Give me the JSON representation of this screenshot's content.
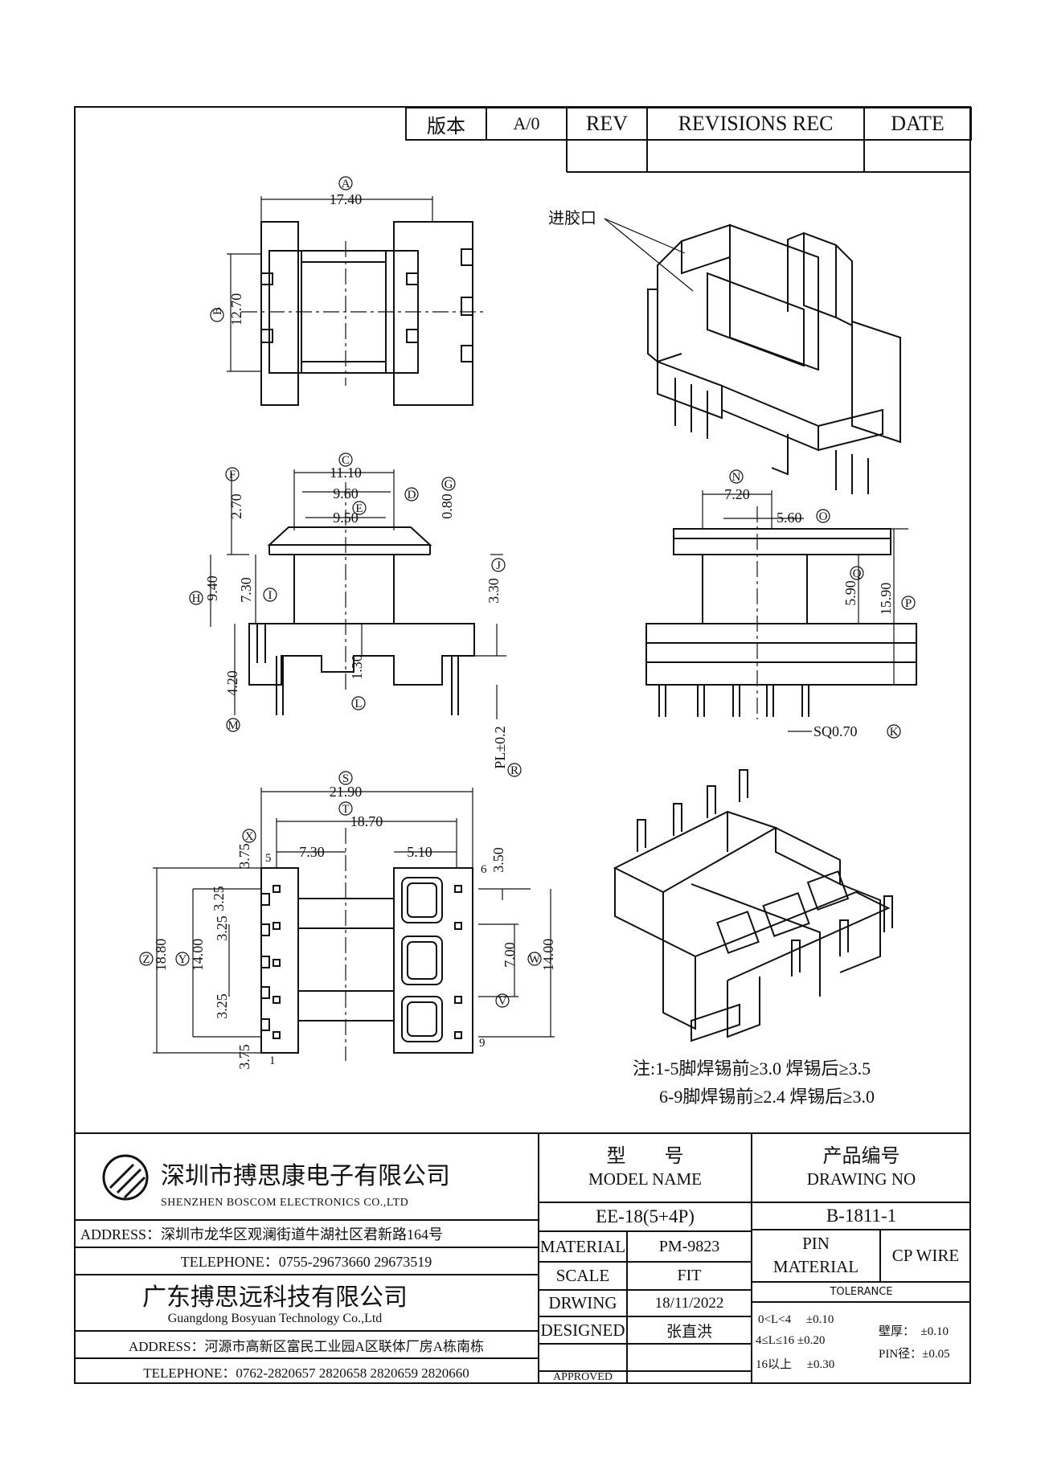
{
  "revision_table": {
    "version_label": "版本",
    "version_value": "A/0",
    "rev_label": "REV",
    "revisions_label": "REVISIONS REC",
    "date_label": "DATE"
  },
  "views": {
    "top": {
      "label_a": "A",
      "width": "17.40",
      "label_b": "B",
      "height": "12.70"
    },
    "iso_top": {
      "gate_label": "进胶口"
    },
    "front": {
      "label_c": "C",
      "w1": "11.10",
      "label_d": "D",
      "w2": "9.60",
      "label_e": "E",
      "w3": "9.50",
      "label_f": "F",
      "h_f": "2.70",
      "label_g": "G",
      "h_g": "0.80",
      "label_h": "H",
      "h_h": "9.40",
      "label_i": "I",
      "h_i": "7.30",
      "label_j": "J",
      "h_j": "3.30",
      "label_l": "L",
      "h_l": "1.30",
      "label_m": "M",
      "h_m": "4.20",
      "label_r": "R",
      "pl": "PL±0.2"
    },
    "side": {
      "label_n": "N",
      "w_n": "7.20",
      "label_o": "O",
      "w_o": "5.60",
      "label_q": "Q",
      "h_q": "5.90",
      "label_p": "P",
      "h_p": "15.90",
      "label_k": "K",
      "sq": "SQ0.70"
    },
    "bottom": {
      "label_s": "S",
      "w_s": "21.90",
      "label_t": "T",
      "w_t": "18.70",
      "w_left": "7.30",
      "w_right": "5.10",
      "label_x": "X",
      "h_x_top": "3.75",
      "h_x_bot": "3.75",
      "label_y": "Y",
      "h_y": "14.00",
      "label_z": "Z",
      "h_z": "18.80",
      "h_325a": "3.25",
      "h_325b": "3.25",
      "h_325c": "3.25",
      "h_350": "3.50",
      "label_v": "V",
      "h_v": "7.00",
      "label_w": "W",
      "h_w": "14.00",
      "pin_5": "5",
      "pin_1": "1",
      "pin_6": "6",
      "pin_9": "9"
    }
  },
  "notes": {
    "line1": "注:1-5脚焊锡前≥3.0 焊锡后≥3.5",
    "line2": "6-9脚焊锡前≥2.4 焊锡后≥3.0"
  },
  "title_block": {
    "company1_cn": "深圳市搏思康电子有限公司",
    "company1_en": "SHENZHEN BOSCOM ELECTRONICS CO.,LTD",
    "address1": "ADDRESS：深圳市龙华区观澜街道牛湖社区君新路164号",
    "telephone1": "TELEPHONE：0755-29673660 29673519",
    "company2_cn": "广东搏思远科技有限公司",
    "company2_en": "Guangdong Bosyuan Technology Co.,Ltd",
    "address2": "ADDRESS：河源市高新区富民工业园A区联体厂房A栋南栋",
    "telephone2": "TELEPHONE：0762-2820657 2820658 2820659 2820660",
    "model_name_cn": "型　　号",
    "model_name_en": "MODEL NAME",
    "drawing_no_cn": "产品编号",
    "drawing_no_en": "DRAWING NO",
    "model_value": "EE-18(5+4P)",
    "drawing_value": "B-1811-1",
    "material_label": "MATERIAL",
    "material_value": "PM-9823",
    "pin_material_label_1": "PIN",
    "pin_material_label_2": "MATERIAL",
    "pin_material_value": "CP WIRE",
    "scale_label": "SCALE",
    "scale_value": "FIT",
    "drawing_label": "DRWING",
    "drawing_date": "18/11/2022",
    "designed_label": "DESIGNED",
    "designed_value": "张直洪",
    "approved_label": "APPROVED",
    "approved_value": "",
    "tolerance_label": "TOLERANCE",
    "tol_1": "0<L<4　 ±0.10",
    "tol_2": "4≤L≤16 ±0.20",
    "tol_3": "16以上　 ±0.30",
    "tol_wall": "壁厚：　±0.10",
    "tol_pin": "PIN径：±0.05"
  }
}
